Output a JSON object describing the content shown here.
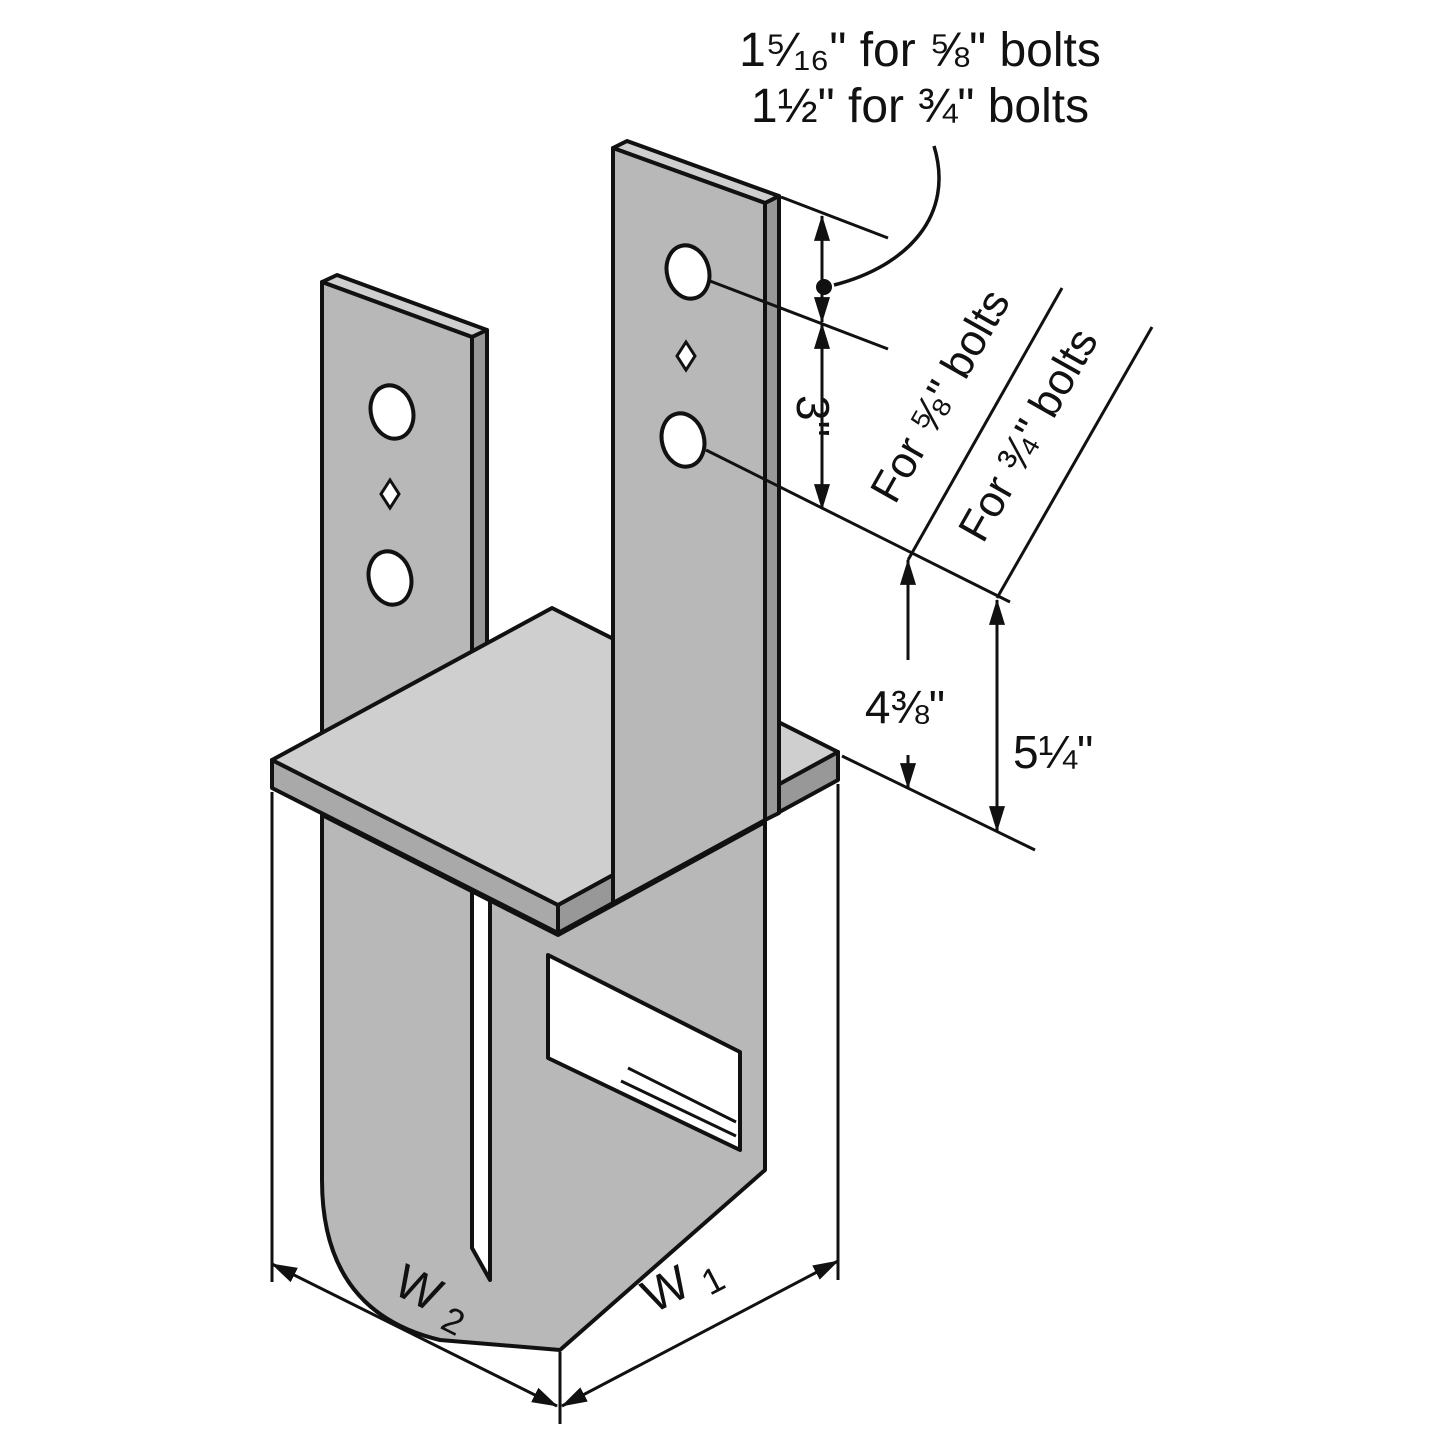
{
  "figure": {
    "title": "column-base-bracket-dimension-diagram",
    "colors": {
      "steel": "#b8b8b8",
      "steel_top": "#cfcfcf",
      "steel_edge": "#a9a9a9",
      "steel_edge_dark": "#989898",
      "line": "#111111",
      "bg": "#ffffff"
    }
  },
  "annotations": {
    "top_note_line1": "1⁵⁄₁₆\" for ⅝\" bolts",
    "top_note_line2": "1½\" for ¾\" bolts",
    "hole_spacing": "3\"",
    "for_58_bolts": "For ⅝\" bolts",
    "for_34_bolts": "For ¾\" bolts",
    "height_438": "4⅜\"",
    "height_514": "5¼\"",
    "w1_base": "W",
    "w1_sub": "1",
    "w2_base": "W",
    "w2_sub": "2"
  }
}
